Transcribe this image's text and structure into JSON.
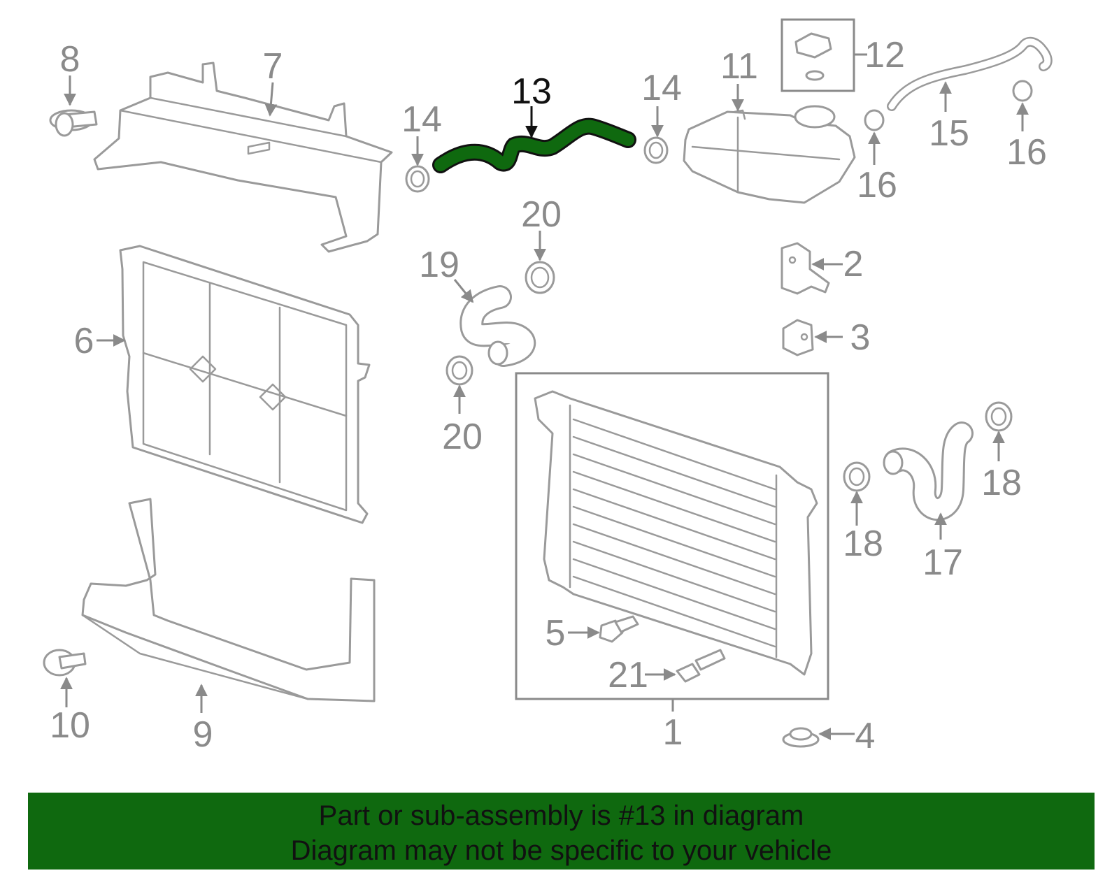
{
  "highlight_color": "#0f690f",
  "highlighted_part": "13",
  "callouts": {
    "c1": "1",
    "c2": "2",
    "c3": "3",
    "c4": "4",
    "c5": "5",
    "c6": "6",
    "c7": "7",
    "c8": "8",
    "c9": "9",
    "c10": "10",
    "c11": "11",
    "c12": "12",
    "c13": "13",
    "c14a": "14",
    "c14b": "14",
    "c15": "15",
    "c16a": "16",
    "c16b": "16",
    "c17": "17",
    "c18a": "18",
    "c18b": "18",
    "c19": "19",
    "c20a": "20",
    "c20b": "20",
    "c21": "21"
  },
  "banner": {
    "line1": "Part or sub-assembly is #13 in diagram",
    "line2": "Diagram may not be specific to your vehicle"
  }
}
